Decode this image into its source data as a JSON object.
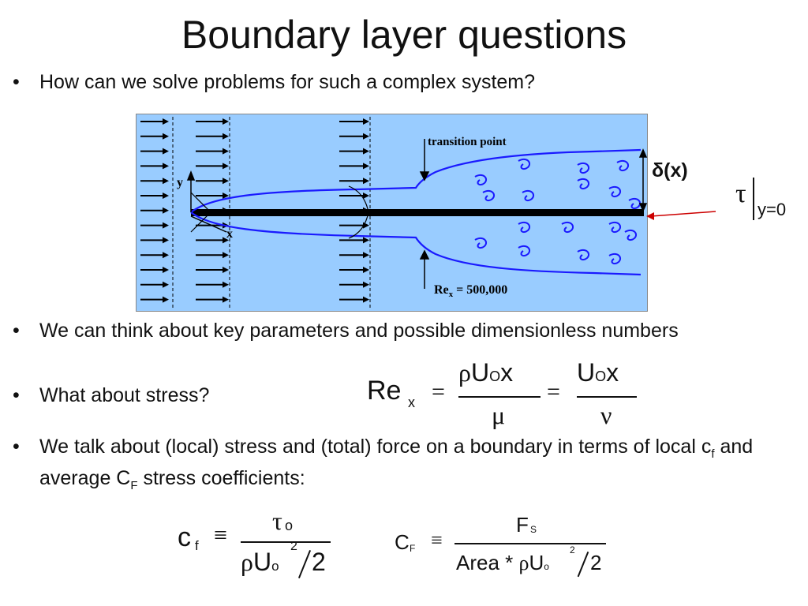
{
  "slide": {
    "title": "Boundary layer questions",
    "bullets": [
      "How can we solve problems for such a complex system?",
      "We can think about key parameters and possible dimensionless numbers",
      "What about stress?"
    ],
    "bullet4": {
      "part1": "We talk about (local) stress and (total) force on a boundary in terms of local c",
      "sub_f": "f",
      "part2": " and average C",
      "sub_F": "F",
      "part3": " stress coefficients:"
    }
  },
  "figure": {
    "transition_label": "transition point",
    "re_label": "Re",
    "re_sub": "x",
    "re_value": " = 500,000",
    "y_axis": "y",
    "x_axis": "x",
    "delta_label": "δ(x)",
    "colors": {
      "background": "#99ccff",
      "curve": "#1a1aff",
      "plate": "#000000",
      "arrow": "#cc0000"
    }
  },
  "wall_stress": {
    "tau": "τ",
    "sub": "y=0"
  },
  "reynolds": {
    "Re": "Re",
    "sub_x": "x",
    "eq": "=",
    "num1_rho": "ρ",
    "num1_U": "U",
    "num1_O": "O",
    "num1_x": "x",
    "den1": "μ",
    "num2_U": "U",
    "num2_O": "O",
    "num2_x": "x",
    "den2": "ν"
  },
  "cf_eq": {
    "c": "c",
    "sub_f": "f",
    "equiv": "≡",
    "num_tau": "τ",
    "num_sub": "o",
    "den_rho": "ρ",
    "den_U": "U",
    "den_sub": "o",
    "den_sup": "2",
    "den_div": "2"
  },
  "CF_eq": {
    "C": "C",
    "sub_F": "F",
    "equiv": "≡",
    "num_F": "F",
    "num_sub": "S",
    "den_area": "Area * ",
    "den_rho": "ρ",
    "den_U": "U",
    "den_sub": "o",
    "den_sup": "2",
    "den_div": "2"
  }
}
